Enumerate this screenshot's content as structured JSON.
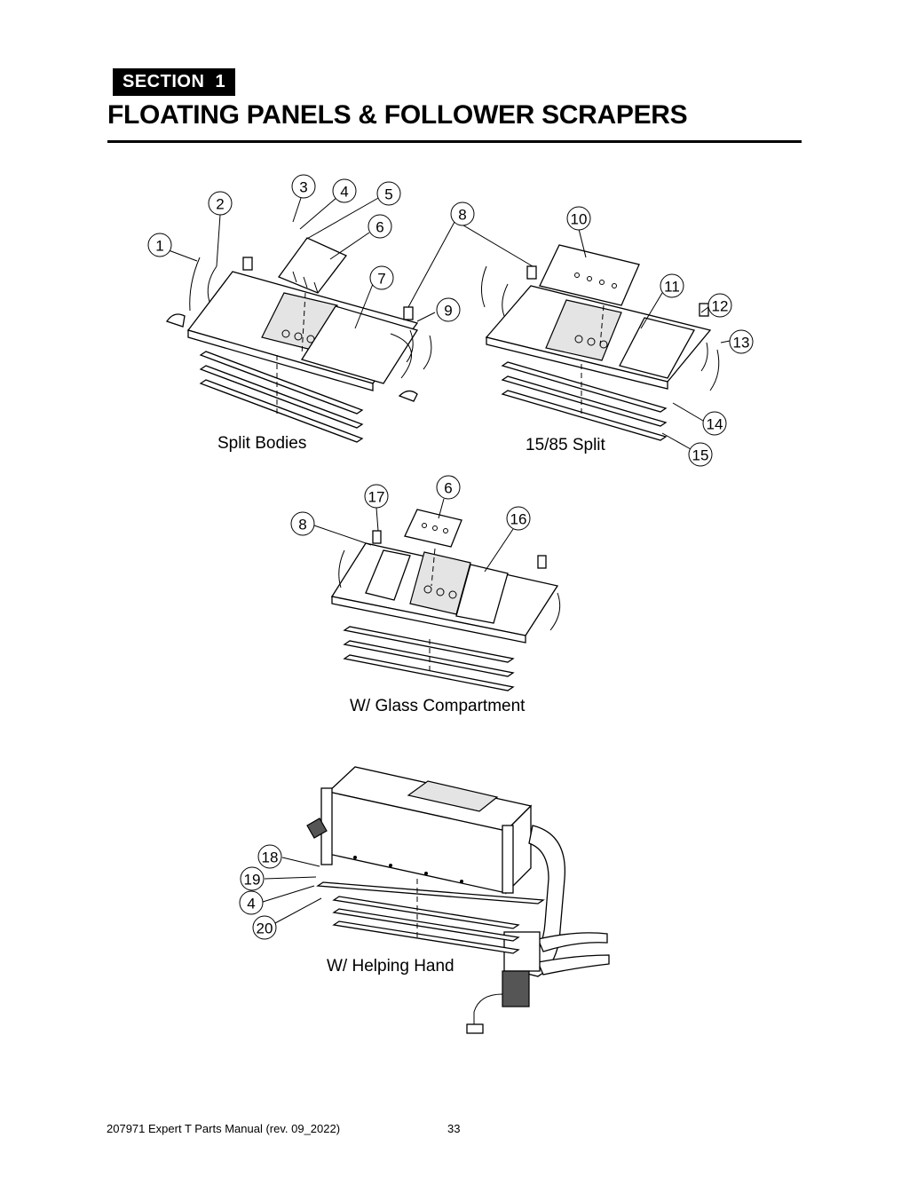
{
  "header": {
    "section_label": "SECTION 1",
    "title": "FLOATING PANELS & FOLLOWER SCRAPERS"
  },
  "diagrams": {
    "split_bodies": {
      "caption": "Split Bodies",
      "callouts": [
        "1",
        "2",
        "3",
        "4",
        "5",
        "6",
        "7",
        "8",
        "9"
      ]
    },
    "split_15_85": {
      "caption": "15/85 Split",
      "callouts": [
        "10",
        "11",
        "12",
        "13",
        "14",
        "15"
      ]
    },
    "glass_compartment": {
      "caption": "W/ Glass Compartment",
      "callouts": [
        "17",
        "6",
        "16",
        "8"
      ]
    },
    "helping_hand": {
      "caption": "W/ Helping Hand",
      "callouts": [
        "18",
        "19",
        "4",
        "20"
      ]
    }
  },
  "footer": {
    "manual": "207971 Expert T Parts Manual (rev. 09_2022)",
    "page_number": "33"
  }
}
